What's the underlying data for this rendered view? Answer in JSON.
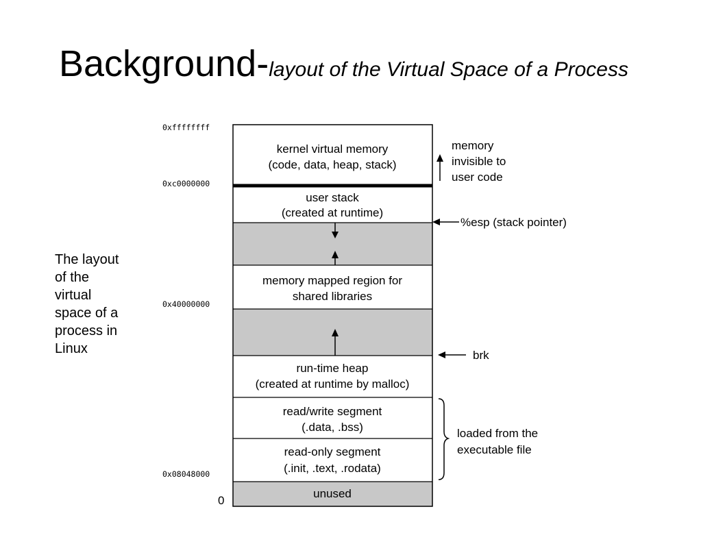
{
  "title": {
    "main": "Background-",
    "sub": "layout of the Virtual Space of a Process"
  },
  "side_caption": "The layout of the virtual space of a process in Linux",
  "addresses": {
    "top": "0xffffffff",
    "kernel": "0xc0000000",
    "mmap": "0x40000000",
    "text": "0x08048000",
    "zero": "0"
  },
  "segments": {
    "kernel": [
      "kernel virtual memory",
      "(code, data, heap, stack)"
    ],
    "stack": [
      "user stack",
      "(created at runtime)"
    ],
    "mmap": [
      "memory mapped region for",
      "shared libraries"
    ],
    "heap": [
      "run-time heap",
      "(created at runtime by malloc)"
    ],
    "rw": [
      "read/write segment",
      "(.data, .bss)"
    ],
    "ro": [
      "read-only segment",
      "(.init, .text, .rodata)"
    ],
    "unused": "unused"
  },
  "annotations": {
    "invisible": [
      "memory",
      "invisible to",
      "user code"
    ],
    "esp": "%esp (stack pointer)",
    "brk": "brk",
    "loaded": [
      "loaded from the",
      "executable file"
    ]
  },
  "colors": {
    "gap": "#c8c8c8",
    "line": "#000000"
  }
}
